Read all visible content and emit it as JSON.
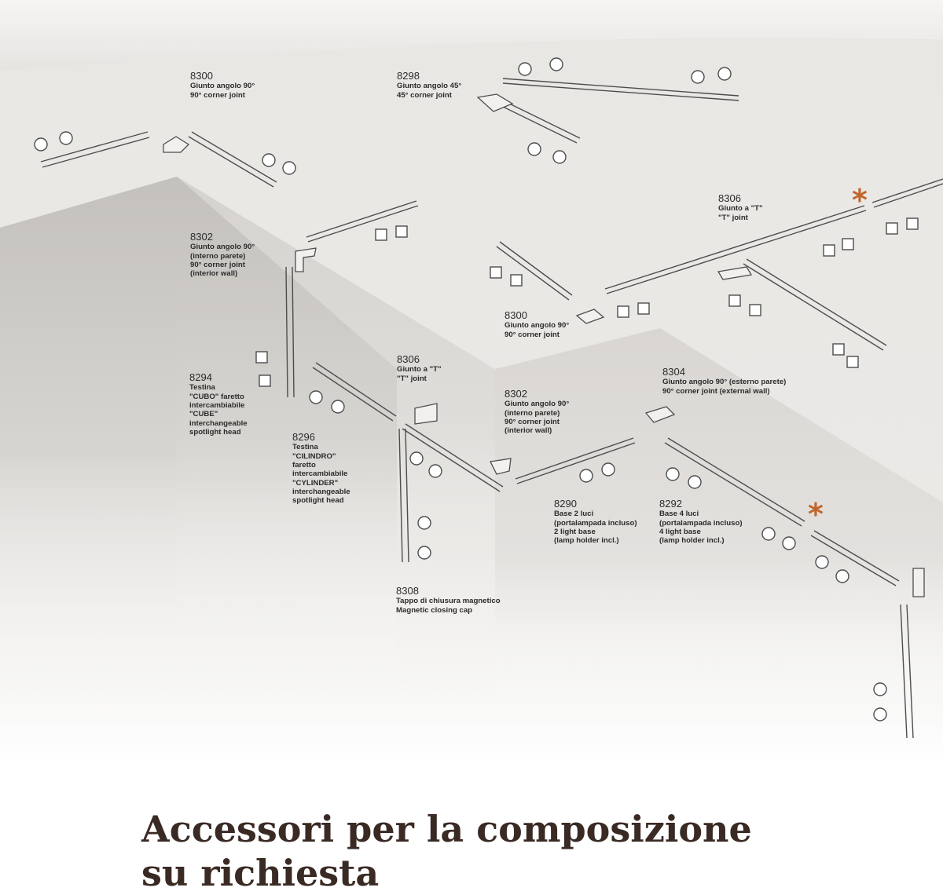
{
  "colors": {
    "background": "#e8e6e3",
    "wall_shadow": "#cfccc8",
    "track": "#555555",
    "accent_asterisk": "#c0652c",
    "heading": "#3a2a24"
  },
  "labels": [
    {
      "id": "8300-top",
      "code": "8300",
      "lines": [
        "Giunto angolo 90°",
        "90° corner joint"
      ]
    },
    {
      "id": "8298",
      "code": "8298",
      "lines": [
        "Giunto angolo 45°",
        "45° corner joint"
      ]
    },
    {
      "id": "8306-right",
      "code": "8306",
      "lines": [
        "Giunto a \"T\"",
        "\"T\" joint"
      ]
    },
    {
      "id": "8302-left",
      "code": "8302",
      "lines": [
        "Giunto angolo 90°",
        "(interno parete)",
        "90° corner joint",
        "(interior wall)"
      ]
    },
    {
      "id": "8300-mid",
      "code": "8300",
      "lines": [
        "Giunto angolo 90°",
        "90° corner joint"
      ]
    },
    {
      "id": "8294",
      "code": "8294",
      "lines": [
        "Testina",
        "\"CUBO\" faretto",
        "intercambiabile",
        "\"CUBE\"",
        "interchangeable",
        "spotlight head"
      ]
    },
    {
      "id": "8306-mid",
      "code": "8306",
      "lines": [
        "Giunto a \"T\"",
        "\"T\" joint"
      ]
    },
    {
      "id": "8304",
      "code": "8304",
      "lines": [
        "Giunto angolo 90° (esterno parete)",
        "90° corner joint (external wall)"
      ]
    },
    {
      "id": "8302-mid",
      "code": "8302",
      "lines": [
        "Giunto angolo 90°",
        "(interno parete)",
        "90° corner joint",
        "(interior wall)"
      ]
    },
    {
      "id": "8296",
      "code": "8296",
      "lines": [
        "Testina",
        "\"CILINDRO\"",
        "faretto",
        "intercambiabile",
        "\"CYLINDER\"",
        "interchangeable",
        "spotlight head"
      ]
    },
    {
      "id": "8290",
      "code": "8290",
      "lines": [
        "Base 2 luci",
        "(portalampada incluso)",
        "2 light base",
        "(lamp holder incl.)"
      ]
    },
    {
      "id": "8292",
      "code": "8292",
      "lines": [
        "Base 4 luci",
        "(portalampada incluso)",
        "4 light base",
        "(lamp holder incl.)"
      ]
    },
    {
      "id": "8308",
      "code": "8308",
      "lines": [
        "Tappo di chiusura magnetico",
        "Magnetic closing cap"
      ]
    }
  ],
  "markers": [
    {
      "symbol": "*",
      "meaning": "asterisk"
    },
    {
      "symbol": "*",
      "meaning": "asterisk"
    }
  ],
  "heading": {
    "line1": "Accessori per la composizione",
    "line2": "su richiesta"
  }
}
